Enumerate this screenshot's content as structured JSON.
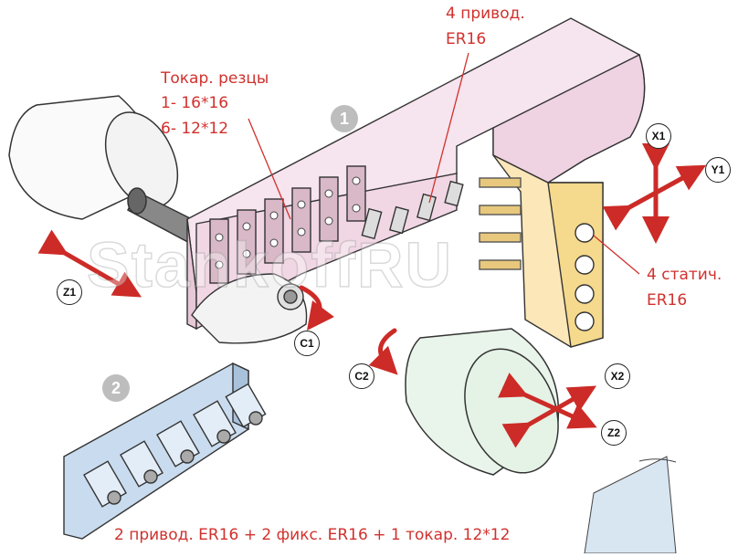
{
  "labels": {
    "driven_top_line1": "4 привод.",
    "driven_top_line2": "ER16",
    "turning_line1": "Токар. резцы",
    "turning_line2": "1- 16*16",
    "turning_line3": "6- 12*12",
    "static_line1": "4 статич.",
    "static_line2": "ER16",
    "bottom": "2 привод. ER16 + 2 фикс. ER16 + 1 токар. 12*12"
  },
  "axes": {
    "x1": "X1",
    "y1": "Y1",
    "z1": "Z1",
    "c1": "C1",
    "c2": "C2",
    "x2": "X2",
    "z2": "Z2"
  },
  "markers": {
    "one": "1",
    "two": "2"
  },
  "watermark": "StankoffRU",
  "colors": {
    "label_red": "#d0312d",
    "arrow_red": "#cc2b27",
    "turret_pink": "#f4dde8",
    "static_block_yellow": "#fbe7b8",
    "subspindle_green": "#e5f2e6",
    "module_blue": "#c9dbee"
  }
}
